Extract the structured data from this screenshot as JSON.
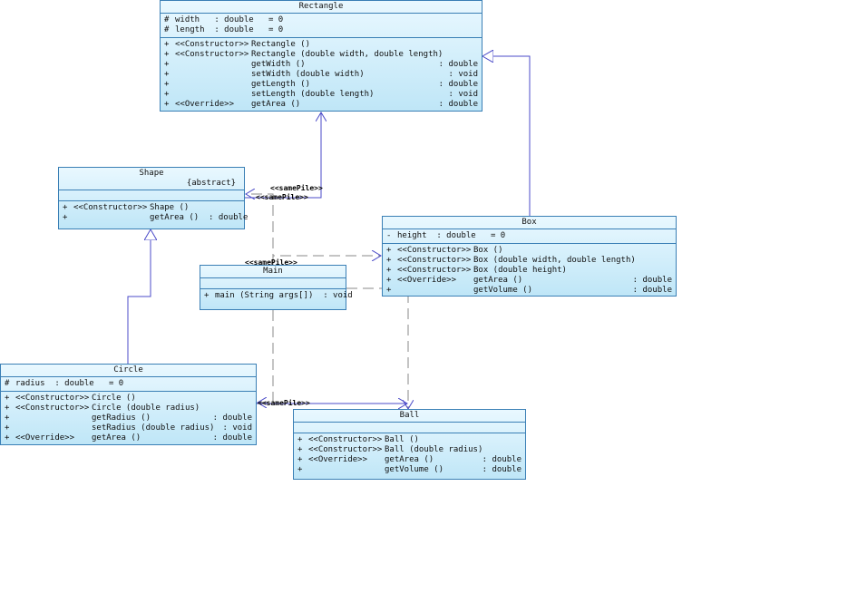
{
  "classes": {
    "rectangle": {
      "name": "Rectangle",
      "attributes": [
        {
          "vis": "#",
          "text": "width   : double   = 0"
        },
        {
          "vis": "#",
          "text": "length  : double   = 0"
        }
      ],
      "operations": [
        {
          "vis": "+",
          "stereo": "<<Constructor>>",
          "sig": "Rectangle ()",
          "ret": ""
        },
        {
          "vis": "+",
          "stereo": "<<Constructor>>",
          "sig": "Rectangle (double width, double length)",
          "ret": ""
        },
        {
          "vis": "+",
          "stereo": "",
          "sig": "getWidth ()",
          "ret": ": double"
        },
        {
          "vis": "+",
          "stereo": "",
          "sig": "setWidth (double width)",
          "ret": ": void"
        },
        {
          "vis": "+",
          "stereo": "",
          "sig": "getLength ()",
          "ret": ": double"
        },
        {
          "vis": "+",
          "stereo": "",
          "sig": "setLength (double length)",
          "ret": ": void"
        },
        {
          "vis": "+",
          "stereo": "<<Override>>",
          "sig": "getArea ()",
          "ret": ": double"
        }
      ]
    },
    "shape": {
      "name": "Shape",
      "constraint": "{abstract}",
      "attributes": [],
      "operations": [
        {
          "vis": "+",
          "stereo": "<<Constructor>>",
          "sig": "Shape ()",
          "ret": ""
        },
        {
          "vis": "+",
          "stereo": "",
          "sig": "getArea ()  : double",
          "ret": ""
        }
      ]
    },
    "main": {
      "name": "Main",
      "attributes": [],
      "operations": [
        {
          "vis": "+",
          "stereo": "",
          "sig": "main (String args[])  : void",
          "ret": ""
        }
      ]
    },
    "box": {
      "name": "Box",
      "attributes": [
        {
          "vis": "-",
          "text": "height  : double   = 0"
        }
      ],
      "operations": [
        {
          "vis": "+",
          "stereo": "<<Constructor>>",
          "sig": "Box ()",
          "ret": ""
        },
        {
          "vis": "+",
          "stereo": "<<Constructor>>",
          "sig": "Box (double width, double length)",
          "ret": ""
        },
        {
          "vis": "+",
          "stereo": "<<Constructor>>",
          "sig": "Box (double height)",
          "ret": ""
        },
        {
          "vis": "+",
          "stereo": "<<Override>>",
          "sig": "getArea ()",
          "ret": ": double"
        },
        {
          "vis": "+",
          "stereo": "",
          "sig": "getVolume ()",
          "ret": ": double"
        }
      ]
    },
    "circle": {
      "name": "Circle",
      "attributes": [
        {
          "vis": "#",
          "text": "radius  : double   = 0"
        }
      ],
      "operations": [
        {
          "vis": "+",
          "stereo": "<<Constructor>>",
          "sig": "Circle ()",
          "ret": ""
        },
        {
          "vis": "+",
          "stereo": "<<Constructor>>",
          "sig": "Circle (double radius)",
          "ret": ""
        },
        {
          "vis": "+",
          "stereo": "",
          "sig": "getRadius ()",
          "ret": ": double"
        },
        {
          "vis": "+",
          "stereo": "",
          "sig": "setRadius (double radius)",
          "ret": ": void"
        },
        {
          "vis": "+",
          "stereo": "<<Override>>",
          "sig": "getArea ()",
          "ret": ": double"
        }
      ]
    },
    "ball": {
      "name": "Ball",
      "attributes": [],
      "operations": [
        {
          "vis": "+",
          "stereo": "<<Constructor>>",
          "sig": "Ball ()",
          "ret": ""
        },
        {
          "vis": "+",
          "stereo": "<<Constructor>>",
          "sig": "Ball (double radius)",
          "ret": ""
        },
        {
          "vis": "+",
          "stereo": "<<Override>>",
          "sig": "getArea ()",
          "ret": ": double"
        },
        {
          "vis": "+",
          "stereo": "",
          "sig": "getVolume ()",
          "ret": ": double"
        }
      ]
    }
  },
  "labels": {
    "same_pile": "<<samePile>>"
  },
  "colors": {
    "edge": "#4b4bc8",
    "border": "#3a7fb5"
  }
}
